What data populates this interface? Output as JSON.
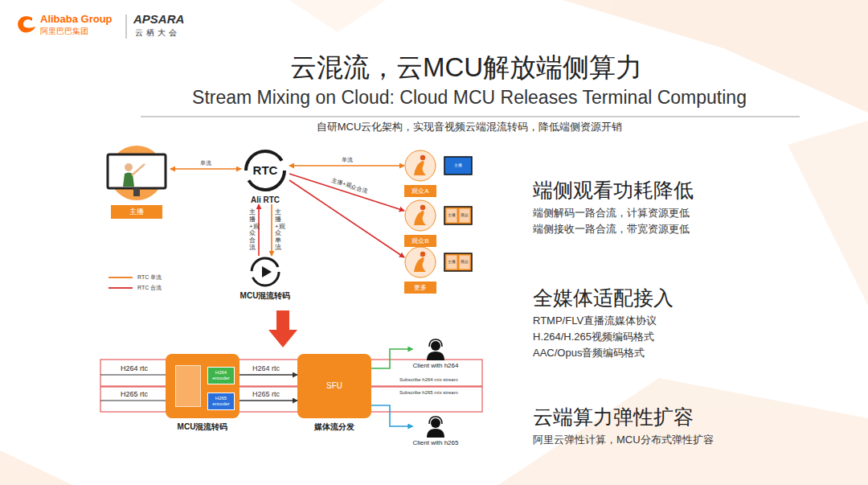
{
  "diagram": {
    "title": "云混流，云MCU解放端侧算力",
    "nodes": [
      {
        "text": [
          "主播"
        ]
      },
      {
        "text": [
          "RTC",
          "Ali RTC"
        ]
      },
      {
        "text": [
          "观众A"
        ]
      },
      {
        "text": [
          "观众B"
        ]
      },
      {
        "text": [
          "更多"
        ]
      },
      {
        "text": [
          "MCU混流转码"
        ]
      },
      {
        "text": [
          "MCU混流转码"
        ]
      },
      {
        "text": [
          "H264 encoder"
        ],
        "in": 6
      },
      {
        "text": [
          "H265 encoder"
        ],
        "in": 6
      },
      {
        "text": [
          "SFU",
          "媒体流分发"
        ]
      },
      {
        "text": [
          "Client with h264"
        ]
      },
      {
        "text": [
          "Client with h265"
        ]
      }
    ],
    "edges": [
      {
        "from": 0,
        "to": 1,
        "arrow": "both",
        "label": "单流"
      },
      {
        "from": 1,
        "to": 2,
        "arrow": "both",
        "label": "单流"
      },
      {
        "from": 1,
        "to": 3,
        "arrow": "to",
        "label": "主播+观众合流"
      },
      {
        "from": 1,
        "to": 4,
        "arrow": "to"
      },
      {
        "from": 5,
        "to": 1,
        "arrow": "to",
        "label": "主播+观众合流"
      },
      {
        "from": 1,
        "to": 5,
        "arrow": "to",
        "label": "主播+观众单流"
      },
      {
        "from": 7,
        "to": 9,
        "arrow": "to",
        "label": "H264 rtc"
      },
      {
        "from": 8,
        "to": 9,
        "arrow": "to",
        "label": "H265 rtc"
      },
      {
        "from": 9,
        "to": 10,
        "arrow": "to"
      },
      {
        "from": 9,
        "to": 11,
        "arrow": "to"
      }
    ],
    "labels": [
      "Alibaba Group",
      "阿里巴巴集团",
      "APSARA",
      "云栖大会",
      "Stream Mixing on Cloud: Cloud MCU Releases Terminal Computing",
      "自研MCU云化架构，实现音视频云端混流转码，降低端侧资源开销",
      "主播",
      "主播",
      "观众",
      "主播",
      "观众",
      "H264 rtc",
      "H265 rtc",
      "Subscribe h264 mix stream",
      "Subscribe h265 mix stream",
      "端侧观看功耗降低",
      "端侧解码一路合流，计算资源更低",
      "端侧接收一路合流，带宽资源更低",
      "全媒体适配接入",
      "RTMP/FLV直播流媒体协议",
      "H.264/H.265视频编码格式",
      "AAC/Opus音频编码格式",
      "云端算力弹性扩容",
      "阿里云弹性计算，MCU分布式弹性扩容"
    ],
    "legend": [
      {
        "text": "RTC 单流"
      },
      {
        "text": "RTC 合流"
      }
    ]
  }
}
